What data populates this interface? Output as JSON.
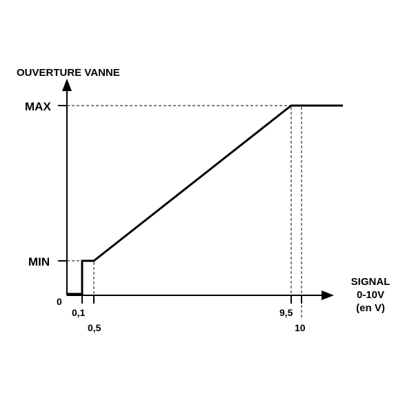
{
  "diagram": {
    "y_axis_title": "OUVERTURE VANNE",
    "x_axis_title": {
      "line1": "SIGNAL",
      "line2": "0-10V",
      "line3": "(en V)"
    },
    "origin_label": "0",
    "level_labels": {
      "max": "MAX",
      "min": "MIN"
    },
    "x_tick_labels": {
      "v0_1": "0,1",
      "v0_5": "0,5",
      "v9_5": "9,5",
      "v10": "10"
    },
    "line_color": "#000000"
  }
}
